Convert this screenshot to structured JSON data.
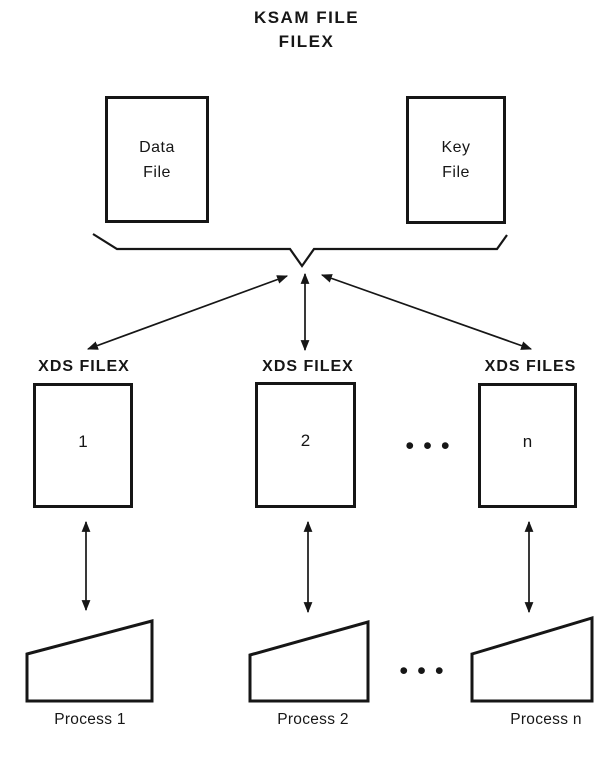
{
  "title": {
    "line1": "KSAM FILE",
    "line2": "FILEX"
  },
  "file_boxes": {
    "data_file": {
      "lines": [
        "Data",
        "File"
      ]
    },
    "key_file": {
      "lines": [
        "Key",
        "File"
      ]
    }
  },
  "xds_columns": [
    {
      "label": "XDS FILEX",
      "box_value": "1",
      "process_label": "Process 1"
    },
    {
      "label": "XDS FILEX",
      "box_value": "2",
      "process_label": "Process 2"
    },
    {
      "label": "XDS FILES",
      "box_value": "n",
      "process_label": "Process n"
    }
  ],
  "ellipsis": {
    "boxes_row": "• • •",
    "process_row": "• • •"
  },
  "colors": {
    "ink": "#161616",
    "background": "#ffffff"
  }
}
